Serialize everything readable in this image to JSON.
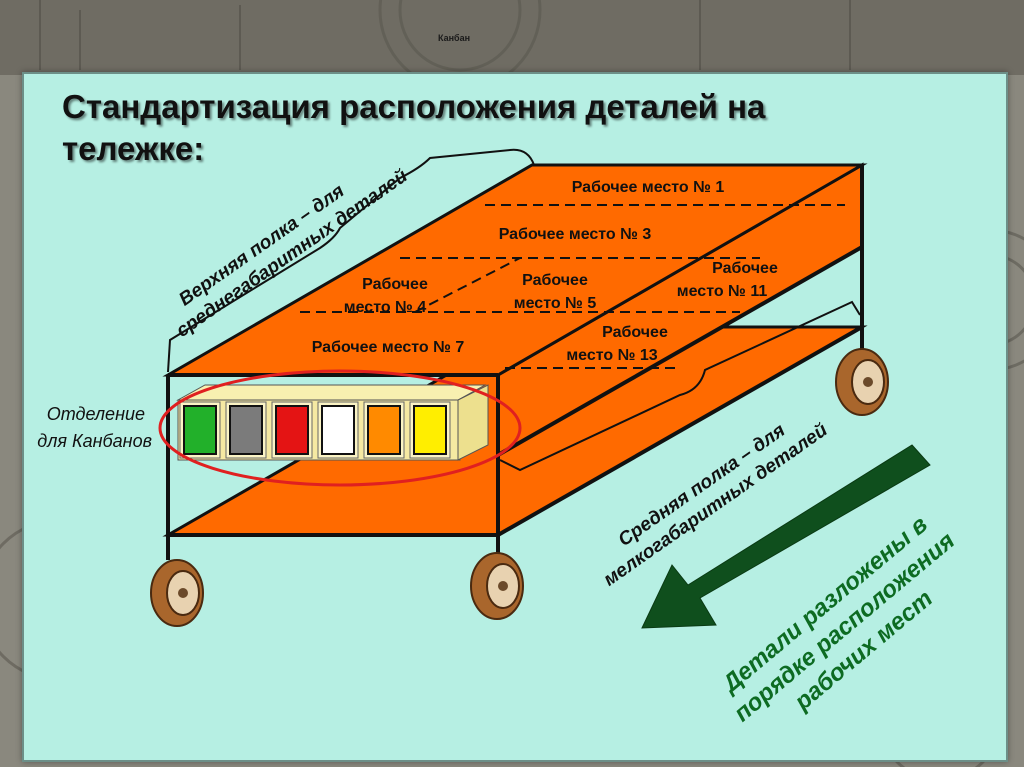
{
  "header": {
    "badge": "Канбан"
  },
  "slide": {
    "title_line1": "Стандартизация расположения деталей на",
    "title_line2": "тележке:"
  },
  "workplaces": {
    "wp1": "Рабочее место № 1",
    "wp3": "Рабочее место № 3",
    "wp4_line1": "Рабочее",
    "wp4_line2": "место № 4",
    "wp5_line1": "Рабочее",
    "wp5_line2": "место № 5",
    "wp7": "Рабочее место № 7",
    "wp11_line1": "Рабочее",
    "wp11_line2": "место № 11",
    "wp13_line1": "Рабочее",
    "wp13_line2": "место № 13"
  },
  "labels": {
    "top_shelf_line1": "Верхняя полка – для",
    "top_shelf_line2": "среднегабаритных деталей",
    "middle_shelf_line1": "Средняя полка – для",
    "middle_shelf_line2": "мелкогабаритных деталей",
    "kanban_line1": "Отделение",
    "kanban_line2": "для Канбанов",
    "arrow_line1": "Детали разложены в",
    "arrow_line2": "порядке расположения",
    "arrow_line3": "рабочих мест"
  },
  "kanban_bins": [
    {
      "color_name": "green",
      "color": "#22b02a"
    },
    {
      "color_name": "gray",
      "color": "#7b7b7b"
    },
    {
      "color_name": "red",
      "color": "#e41414"
    },
    {
      "color_name": "white",
      "color": "#ffffff"
    },
    {
      "color_name": "orange",
      "color": "#ff8a00"
    },
    {
      "color_name": "yellow",
      "color": "#ffee00"
    }
  ],
  "colors": {
    "shelf": "#ff6a00",
    "arrow": "#0f4f1d",
    "arrow_text": "#0d6b22",
    "highlight": "#e02020",
    "panel": "#b6efe3"
  }
}
